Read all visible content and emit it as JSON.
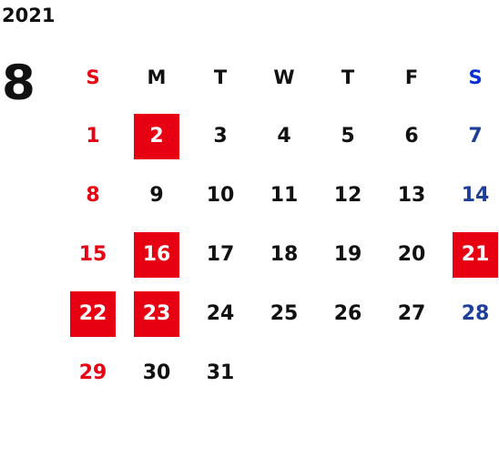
{
  "calendar": {
    "year": "2021",
    "month": "8",
    "weekdays": [
      "S",
      "M",
      "T",
      "W",
      "T",
      "F",
      "S"
    ],
    "weeks": [
      [
        {
          "day": "1",
          "type": "sun"
        },
        {
          "day": "2",
          "type": "holiday"
        },
        {
          "day": "3",
          "type": "weekday"
        },
        {
          "day": "4",
          "type": "weekday"
        },
        {
          "day": "5",
          "type": "weekday"
        },
        {
          "day": "6",
          "type": "weekday"
        },
        {
          "day": "7",
          "type": "sat"
        }
      ],
      [
        {
          "day": "8",
          "type": "sun"
        },
        {
          "day": "9",
          "type": "weekday"
        },
        {
          "day": "10",
          "type": "weekday"
        },
        {
          "day": "11",
          "type": "weekday"
        },
        {
          "day": "12",
          "type": "weekday"
        },
        {
          "day": "13",
          "type": "weekday"
        },
        {
          "day": "14",
          "type": "sat"
        }
      ],
      [
        {
          "day": "15",
          "type": "sun"
        },
        {
          "day": "16",
          "type": "holiday"
        },
        {
          "day": "17",
          "type": "weekday"
        },
        {
          "day": "18",
          "type": "weekday"
        },
        {
          "day": "19",
          "type": "weekday"
        },
        {
          "day": "20",
          "type": "weekday"
        },
        {
          "day": "21",
          "type": "holiday"
        }
      ],
      [
        {
          "day": "22",
          "type": "holiday"
        },
        {
          "day": "23",
          "type": "holiday"
        },
        {
          "day": "24",
          "type": "weekday"
        },
        {
          "day": "25",
          "type": "weekday"
        },
        {
          "day": "26",
          "type": "weekday"
        },
        {
          "day": "27",
          "type": "weekday"
        },
        {
          "day": "28",
          "type": "sat"
        }
      ],
      [
        {
          "day": "29",
          "type": "sun"
        },
        {
          "day": "30",
          "type": "weekday"
        },
        {
          "day": "31",
          "type": "weekday"
        },
        {
          "day": "",
          "type": "blank"
        },
        {
          "day": "",
          "type": "blank"
        },
        {
          "day": "",
          "type": "blank"
        },
        {
          "day": "",
          "type": "blank"
        }
      ]
    ]
  },
  "colors": {
    "holiday_bg": "#e60012",
    "sunday": "#e60012",
    "saturday_header": "#0a2fd4",
    "saturday": "#1d3f9a",
    "text": "#111111"
  }
}
